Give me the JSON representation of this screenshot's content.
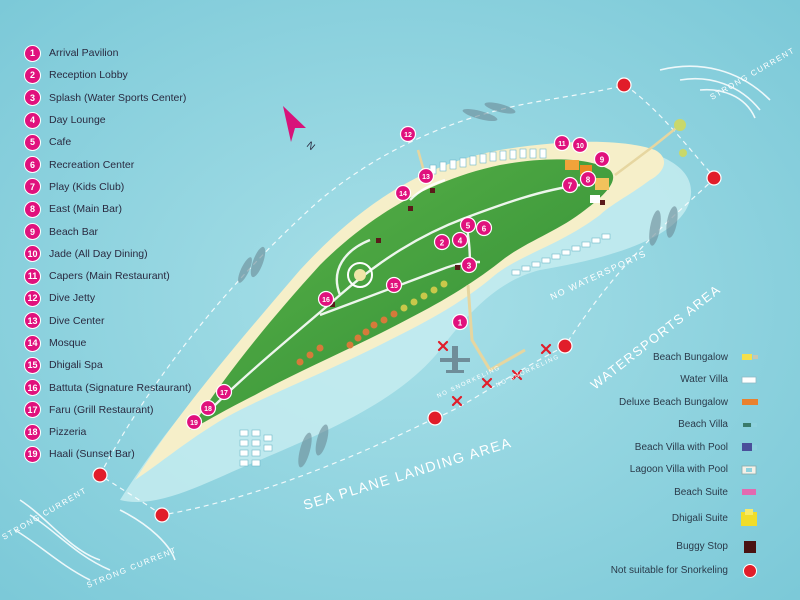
{
  "key_items": [
    {
      "num": "1",
      "label": "Arrival Pavilion"
    },
    {
      "num": "2",
      "label": "Reception Lobby"
    },
    {
      "num": "3",
      "label": "Splash (Water Sports Center)"
    },
    {
      "num": "4",
      "label": "Day Lounge"
    },
    {
      "num": "5",
      "label": "Cafe"
    },
    {
      "num": "6",
      "label": "Recreation Center"
    },
    {
      "num": "7",
      "label": "Play (Kids Club)"
    },
    {
      "num": "8",
      "label": "East (Main Bar)"
    },
    {
      "num": "9",
      "label": "Beach Bar"
    },
    {
      "num": "10",
      "label": "Jade (All Day Dining)"
    },
    {
      "num": "11",
      "label": "Capers (Main Restaurant)"
    },
    {
      "num": "12",
      "label": "Dive Jetty"
    },
    {
      "num": "13",
      "label": "Dive Center"
    },
    {
      "num": "14",
      "label": "Mosque"
    },
    {
      "num": "15",
      "label": "Dhigali Spa"
    },
    {
      "num": "16",
      "label": "Battuta (Signature Restaurant)"
    },
    {
      "num": "17",
      "label": "Faru (Grill Restaurant)"
    },
    {
      "num": "18",
      "label": "Pizzeria"
    },
    {
      "num": "19",
      "label": "Haali (Sunset Bar)"
    }
  ],
  "legend": {
    "beach_bungalow": "Beach Bungalow",
    "water_villa": "Water Villa",
    "deluxe_beach_bungalow": "Deluxe Beach Bungalow",
    "beach_villa": "Beach Villa",
    "beach_villa_pool": "Beach Villa with Pool",
    "lagoon_villa_pool": "Lagoon Villa with Pool",
    "beach_suite": "Beach Suite",
    "dhigali_suite": "Dhigali Suite",
    "buggy_stop": "Buggy Stop",
    "not_snorkeling": "Not suitable for Snorkeling"
  },
  "map_labels": {
    "north": "N",
    "sea_plane": "SEA PLANE LANDING AREA",
    "watersports": "WATERSPORTS AREA",
    "no_watersports": "NO WATERSPORTS",
    "no_snorkeling_1": "NO SNORKELING",
    "no_snorkeling_2": "NO SNORKELING",
    "strong_current_ne": "STRONG CURRENT",
    "strong_current_sw1": "STRONG CURRENT",
    "strong_current_sw2": "STRONG CURRENT"
  },
  "pins": [
    {
      "num": "1"
    },
    {
      "num": "2"
    },
    {
      "num": "3"
    },
    {
      "num": "4"
    },
    {
      "num": "5"
    },
    {
      "num": "6"
    },
    {
      "num": "7"
    },
    {
      "num": "8"
    },
    {
      "num": "9"
    },
    {
      "num": "10"
    },
    {
      "num": "11"
    },
    {
      "num": "12"
    },
    {
      "num": "13"
    },
    {
      "num": "14"
    },
    {
      "num": "15"
    },
    {
      "num": "16"
    },
    {
      "num": "17"
    },
    {
      "num": "18"
    },
    {
      "num": "19"
    }
  ],
  "colors": {
    "sea": "#8fd3df",
    "lagoon": "#c5ecf0",
    "sand": "#f6efc9",
    "vegetation": "#3f9a3e",
    "pin": "#e0117d",
    "danger": "#e11d2a",
    "north_arrow": "#d8127a"
  }
}
